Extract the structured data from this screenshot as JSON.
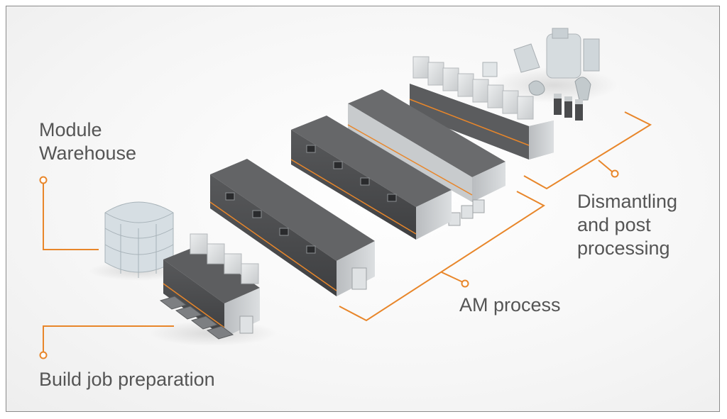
{
  "labels": {
    "module_warehouse": "Module\nWarehouse",
    "build_job_preparation": "Build job preparation",
    "am_process": "AM process",
    "dismantling": "Dismantling\nand post\nprocessing"
  },
  "colors": {
    "accent_line": "#e8862a",
    "label_text": "#555555",
    "machine_top": "#5f6062",
    "machine_side": "#6b6c6e",
    "machine_end": "#c9ccce",
    "module_light": "#dfe4e8"
  },
  "icons": [
    "module-warehouse-rack-icon",
    "build-prep-station-icon",
    "am-machine-line-icon",
    "post-processing-cell-icon"
  ]
}
